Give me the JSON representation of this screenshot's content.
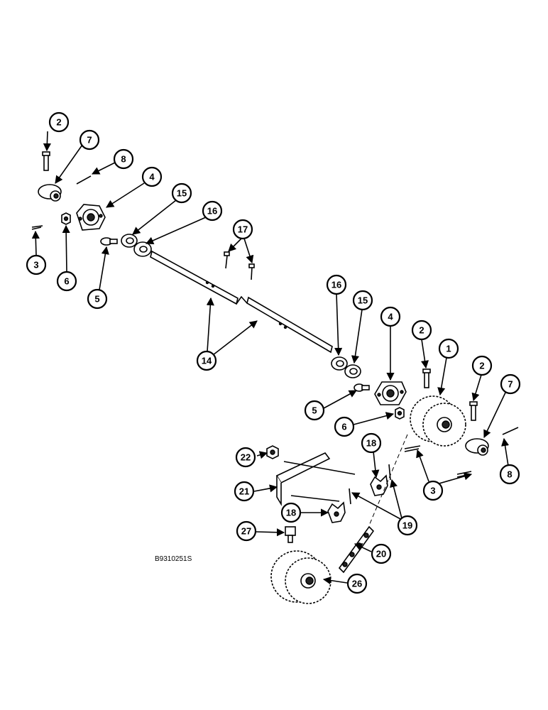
{
  "figure_id": "B9310251S",
  "callouts": [
    "2",
    "7",
    "8",
    "4",
    "15",
    "16",
    "3",
    "6",
    "5",
    "17",
    "14",
    "16",
    "15",
    "4",
    "2",
    "1",
    "2",
    "7",
    "5",
    "6",
    "22",
    "18",
    "21",
    "3",
    "8",
    "18",
    "19",
    "27",
    "20",
    "26"
  ]
}
